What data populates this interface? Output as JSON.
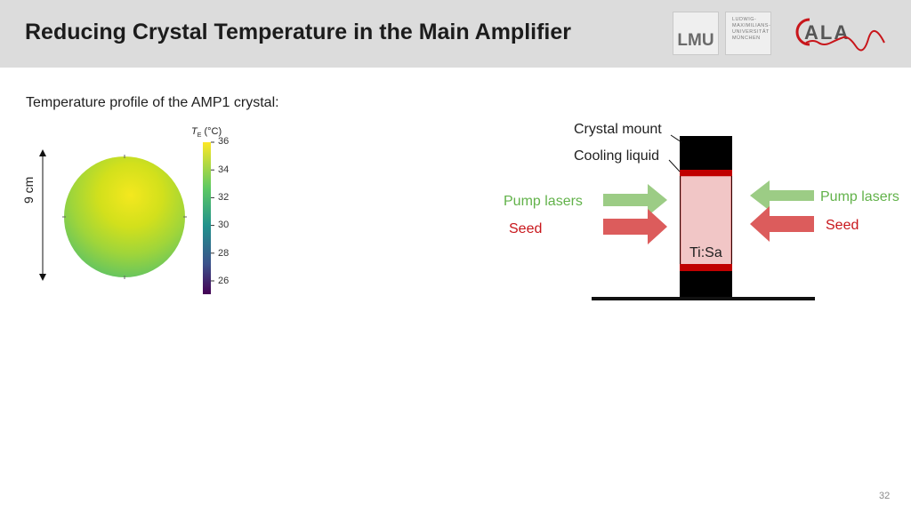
{
  "slide": {
    "title": "Reducing Crystal Temperature in the Main Amplifier",
    "subtitle": "Temperature profile of the AMP1 crystal:",
    "page_number": "32"
  },
  "logos": {
    "lmu_mark": "LMU",
    "lmu_lines": [
      "LUDWIG-",
      "MAXIMILIANS-",
      "UNIVERSITÄT",
      "MÜNCHEN"
    ],
    "cala_text": "CALA"
  },
  "heatmap": {
    "scale_label": "9 cm",
    "colorbar_title_symbol": "T",
    "colorbar_title_sub": "E",
    "colorbar_title_unit": "(°C)",
    "colorbar_ticks": [
      "36",
      "34",
      "32",
      "30",
      "28",
      "26"
    ],
    "color_range": [
      25,
      36
    ]
  },
  "diagram": {
    "crystal_mount": "Crystal mount",
    "cooling_liquid": "Cooling liquid",
    "pump_left": "Pump lasers",
    "seed_left": "Seed",
    "pump_right": "Pump lasers",
    "seed_right": "Seed",
    "crystal": "Ti:Sa",
    "colors": {
      "pump": "#9ccc85",
      "seed": "#dc5c5c",
      "crystal": "#f1c6c6",
      "cooling": "#c00000",
      "mount": "#000000"
    }
  }
}
